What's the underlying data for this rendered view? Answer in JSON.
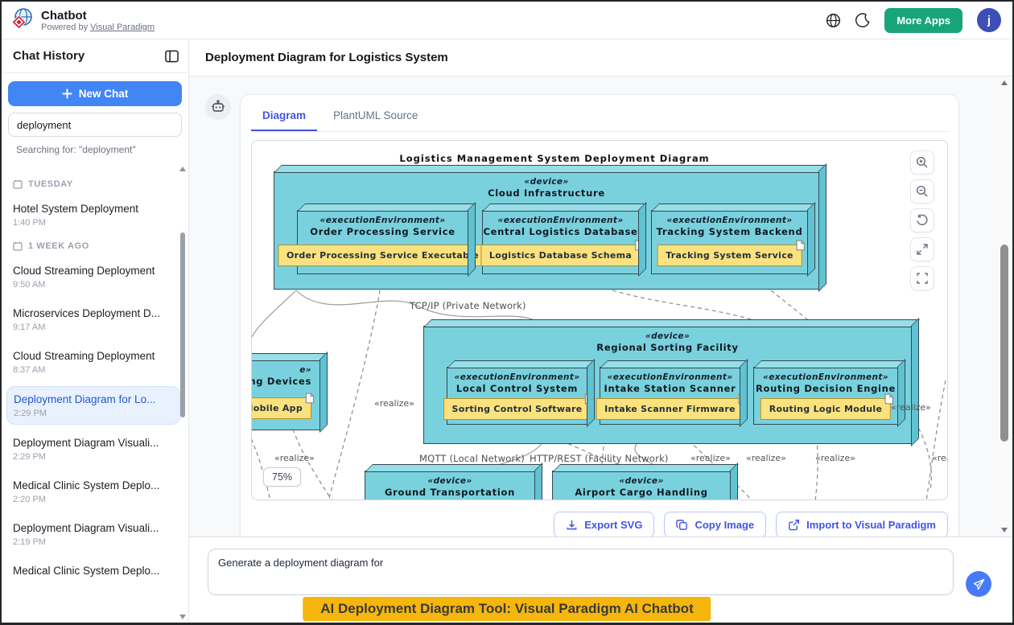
{
  "header": {
    "app_title": "Chatbot",
    "powered_by": "Powered by",
    "powered_link": "Visual Paradigm",
    "more_apps_label": "More Apps",
    "avatar_initial": "j"
  },
  "sidebar": {
    "title": "Chat History",
    "new_chat_label": "New Chat",
    "search_value": "deployment",
    "searching_text": "Searching for: \"deployment\"",
    "list": [
      {
        "type": "section",
        "label": "TUESDAY"
      },
      {
        "type": "item",
        "title": "Hotel System Deployment",
        "time": "1:40 PM"
      },
      {
        "type": "section",
        "label": "1 WEEK AGO"
      },
      {
        "type": "item",
        "title": "Cloud Streaming Deployment",
        "time": "9:50 AM"
      },
      {
        "type": "item",
        "title": "Microservices Deployment D...",
        "time": "9:17 AM"
      },
      {
        "type": "item",
        "title": "Cloud Streaming Deployment",
        "time": "8:37 AM"
      },
      {
        "type": "item",
        "title": "Deployment Diagram for Lo...",
        "time": "2:29 PM",
        "selected": true
      },
      {
        "type": "item",
        "title": "Deployment Diagram Visuali...",
        "time": "2:29 PM"
      },
      {
        "type": "item",
        "title": "Medical Clinic System Deplo...",
        "time": "2:20 PM"
      },
      {
        "type": "item",
        "title": "Deployment Diagram Visuali...",
        "time": "2:19 PM"
      },
      {
        "type": "item",
        "title": "Medical Clinic System Deplo...",
        "time": ""
      }
    ]
  },
  "main": {
    "page_title": "Deployment Diagram for Logistics System",
    "tabs": {
      "diagram": "Diagram",
      "plantuml": "PlantUML Source"
    },
    "actions": {
      "export_svg": "Export SVG",
      "copy_image": "Copy Image",
      "import_vp": "Import to Visual Paradigm"
    },
    "composer_value": "Generate a deployment diagram for",
    "banner_text": "AI Deployment Diagram Tool: Visual Paradigm AI Chatbot"
  },
  "diagram": {
    "title": "Logistics Management System Deployment Diagram",
    "zoom_badge": "75%",
    "labels": {
      "tcpip": "TCP/IP (Private Network)",
      "mqtt": "MQTT (Local Network)",
      "http": "HTTP/REST (Facility Network)",
      "realize": "«realize»"
    },
    "nodes": {
      "cloud": {
        "stereo": "«device»",
        "name": "Cloud Infrastructure"
      },
      "order": {
        "stereo": "«executionEnvironment»",
        "name": "Order Processing Service",
        "artifact": "Order Processing Service Executable"
      },
      "db": {
        "stereo": "«executionEnvironment»",
        "name": "Central Logistics Database",
        "artifact": "Logistics Database Schema"
      },
      "tracking": {
        "stereo": "«executionEnvironment»",
        "name": "Tracking System Backend",
        "artifact": "Tracking System Service"
      },
      "facility": {
        "stereo": "«device»",
        "name": "Regional Sorting Facility"
      },
      "localcontrol": {
        "stereo": "«executionEnvironment»",
        "name": "Local Control System",
        "artifact": "Sorting Control Software"
      },
      "intake": {
        "stereo": "«executionEnvironment»",
        "name": "Intake Station Scanner",
        "artifact": "Intake Scanner Firmware"
      },
      "routing": {
        "stereo": "«executionEnvironment»",
        "name": "Routing Decision Engine",
        "artifact": "Routing Logic Module"
      },
      "edgecut": {
        "stereo": "e»",
        "name": "ing Devices",
        "artifact": "r Mobile App"
      },
      "trucks": {
        "stereo": "«device»",
        "name": "Ground Transportation Trucks"
      },
      "airport": {
        "stereo": "«device»",
        "name": "Airport Cargo Handling System"
      }
    }
  },
  "colors": {
    "accent_blue": "#4285F4",
    "tab_blue": "#4254E8",
    "more_apps_green": "#18A57A",
    "avatar_indigo": "#3D4EB5",
    "selected_item_bg": "#E9F1FE",
    "selected_item_text": "#2457D6",
    "node_teal": "#79D1DE",
    "node_teal_top": "#96DFE9",
    "node_teal_side": "#5FC3D3",
    "artifact_yellow": "#FBE27E",
    "artifact_border": "#B49023",
    "banner_gold": "#F5B60D",
    "send_blue": "#477BF6"
  }
}
